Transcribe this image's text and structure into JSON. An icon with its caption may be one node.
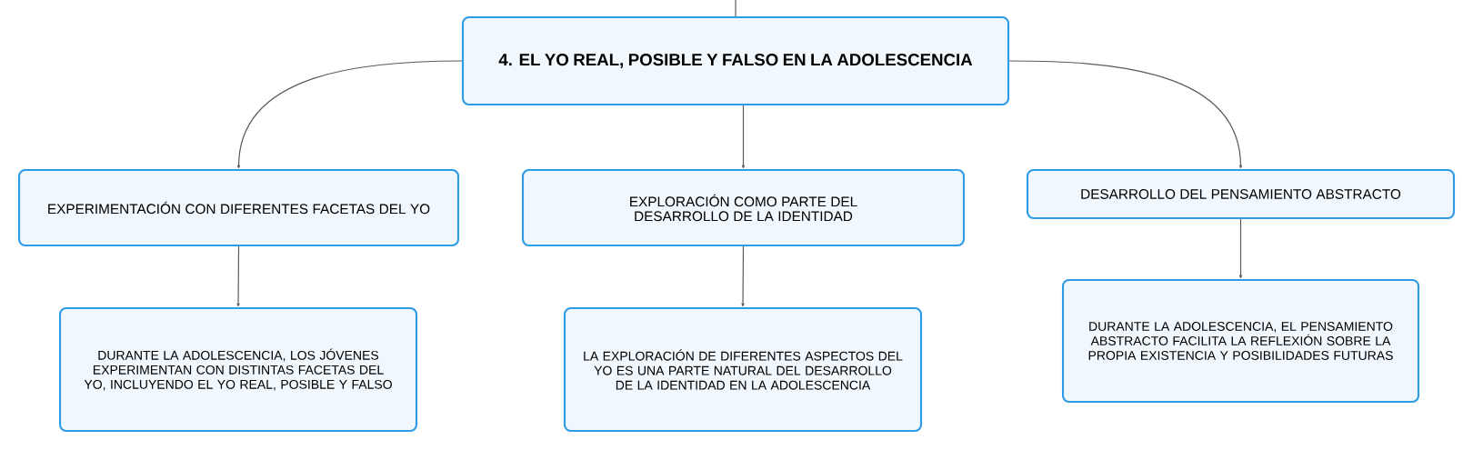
{
  "diagram": {
    "nodes": [
      {
        "text": [
          "4. EL YO REAL, POSIBLE Y FALSO EN LA ADOLESCENCIA"
        ]
      },
      {
        "text": [
          "EXPERIMENTACIÓN CON DIFERENTES FACETAS DEL YO"
        ]
      },
      {
        "text": [
          "EXPLORACIÓN COMO PARTE DEL DESARROLLO DE LA IDENTIDAD"
        ]
      },
      {
        "text": [
          "DESARROLLO DEL PENSAMIENTO ABSTRACTO"
        ]
      },
      {
        "text": [
          "DURANTE LA ADOLESCENCIA, LOS JÓVENES EXPERIMENTAN CON DISTINTAS FACETAS DEL YO, INCLUYENDO EL YO REAL, POSIBLE Y FALSO"
        ]
      },
      {
        "text": [
          "LA EXPLORACIÓN DE DIFERENTES ASPECTOS DEL YO ES UNA PARTE NATURAL DEL DESARROLLO DE LA IDENTIDAD EN LA ADOLESCENCIA"
        ]
      },
      {
        "text": [
          "DURANTE LA ADOLESCENCIA, EL PENSAMIENTO ABSTRACTO FACILITA LA REFLEXIÓN SOBRE LA PROPIA EXISTENCIA Y POSIBILIDADES FUTURAS"
        ]
      }
    ],
    "edges": [
      {
        "from": null,
        "to": 0,
        "arrow": "none"
      },
      {
        "from": 0,
        "to": 1,
        "arrow": "to"
      },
      {
        "from": 0,
        "to": 2,
        "arrow": "to"
      },
      {
        "from": 0,
        "to": 3,
        "arrow": "to"
      },
      {
        "from": 1,
        "to": 4,
        "arrow": "to"
      },
      {
        "from": 2,
        "to": 5,
        "arrow": "to"
      },
      {
        "from": 3,
        "to": 6,
        "arrow": "to"
      }
    ]
  }
}
